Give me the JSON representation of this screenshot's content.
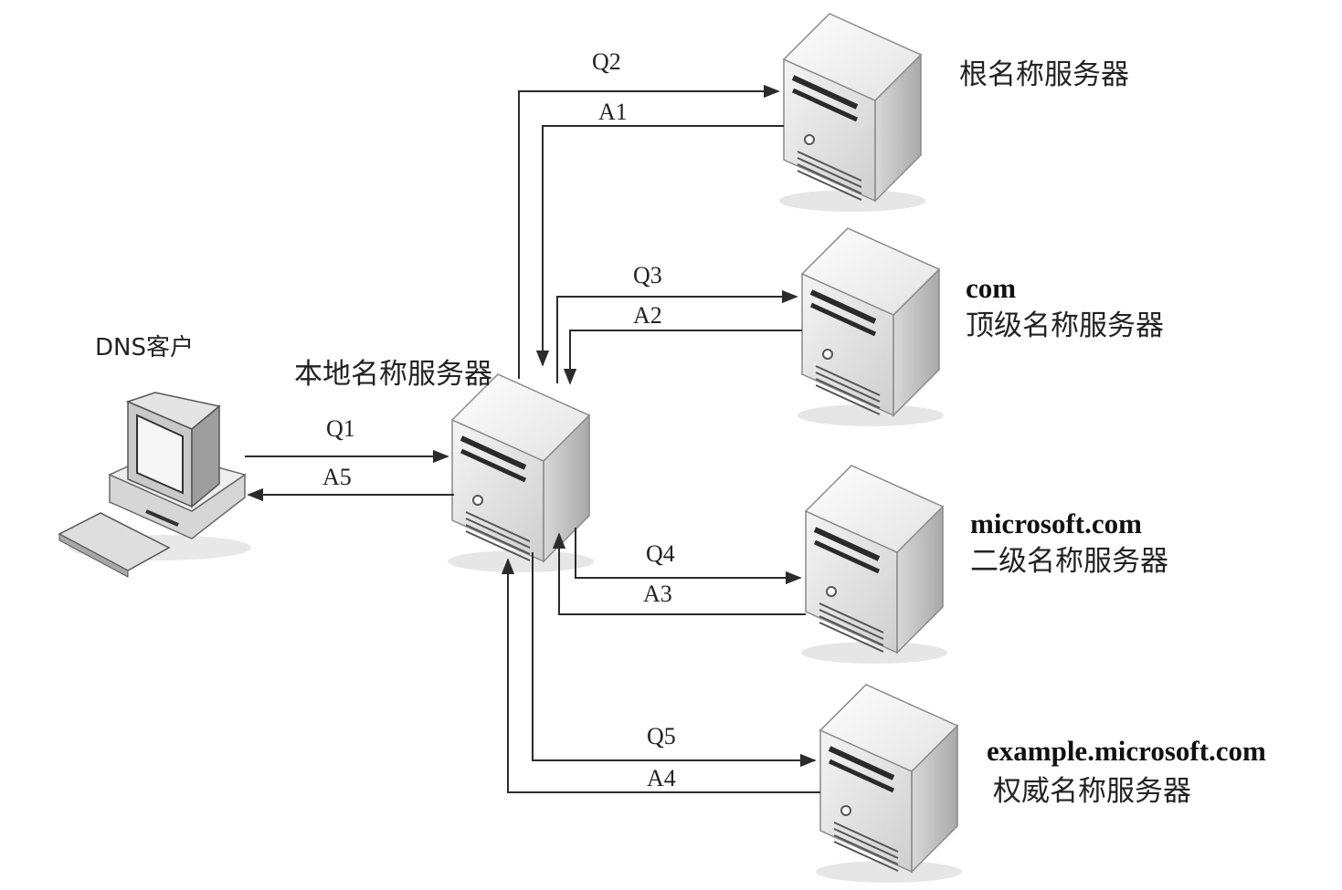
{
  "client": {
    "label": "DNS客户"
  },
  "local_server": {
    "label": "本地名称服务器"
  },
  "servers": [
    {
      "id": "root",
      "line1": "",
      "line2": "根名称服务器"
    },
    {
      "id": "com",
      "line1": "com",
      "line2": "顶级名称服务器"
    },
    {
      "id": "microsoft",
      "line1": "microsoft.com",
      "line2": "二级名称服务器"
    },
    {
      "id": "example",
      "line1": "example.microsoft.com",
      "line2": "权威名称服务器"
    }
  ],
  "messages": {
    "q1": "Q1",
    "a5": "A5",
    "q2": "Q2",
    "a1": "A1",
    "q3": "Q3",
    "a2": "A2",
    "q4": "Q4",
    "a3": "A3",
    "q5": "Q5",
    "a4": "A4"
  },
  "colors": {
    "line": "#2b2b2b",
    "server_face": "#e8e8e8",
    "server_side": "#bdbdbd"
  }
}
